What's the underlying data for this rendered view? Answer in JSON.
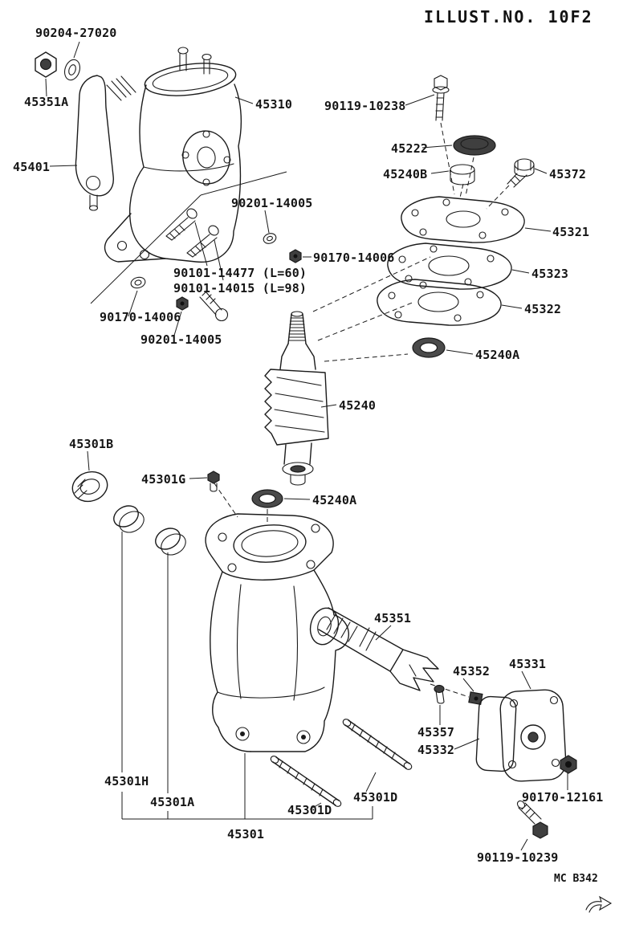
{
  "header": {
    "illust_no": "ILLUST.NO. 10F2"
  },
  "footer": {
    "code": "MC B342"
  },
  "colors": {
    "ink": "#1b1b1b",
    "background": "#ffffff",
    "dark_part": "#3f3f3f"
  },
  "diagram": {
    "description": "Exploded parts diagram of steering gear housing, worm shaft and sector shaft",
    "labels": [
      {
        "text": "90204-27020"
      },
      {
        "text": "45351A"
      },
      {
        "text": "45310"
      },
      {
        "text": "90119-10238"
      },
      {
        "text": "45401"
      },
      {
        "text": "45222"
      },
      {
        "text": "45240B"
      },
      {
        "text": "45372"
      },
      {
        "text": "90201-14005"
      },
      {
        "text": "45321"
      },
      {
        "text": "90170-14006"
      },
      {
        "text": "90101-14477 (L=60)"
      },
      {
        "text": "90101-14015 (L=98)"
      },
      {
        "text": "45323"
      },
      {
        "text": "45322"
      },
      {
        "text": "90170-14006"
      },
      {
        "text": "90201-14005"
      },
      {
        "text": "45240A"
      },
      {
        "text": "45240"
      },
      {
        "text": "45301B"
      },
      {
        "text": "45301G"
      },
      {
        "text": "45240A"
      },
      {
        "text": "45351"
      },
      {
        "text": "45352"
      },
      {
        "text": "45331"
      },
      {
        "text": "45357"
      },
      {
        "text": "45332"
      },
      {
        "text": "90170-12161"
      },
      {
        "text": "45301H"
      },
      {
        "text": "45301A"
      },
      {
        "text": "45301D"
      },
      {
        "text": "45301D"
      },
      {
        "text": "45301"
      },
      {
        "text": "90119-10239"
      }
    ]
  }
}
